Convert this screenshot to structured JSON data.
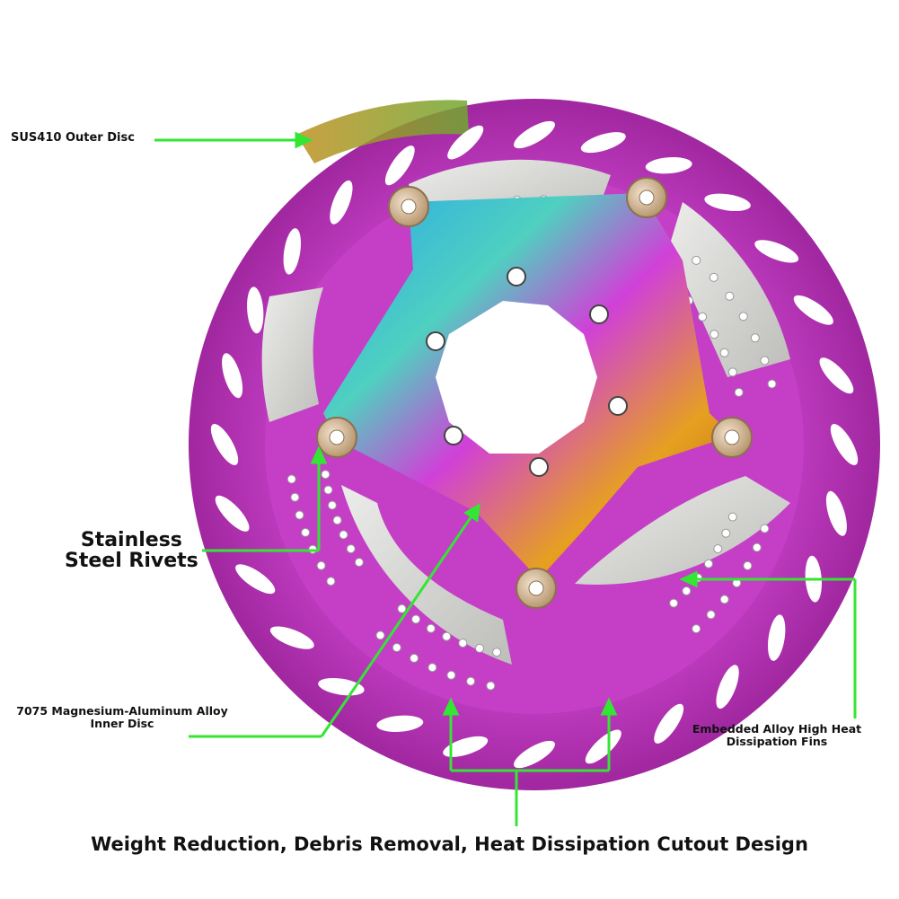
{
  "labels": {
    "outer_disc": "SUS410 Outer Disc",
    "rivets_line1": "Stainless",
    "rivets_line2": "Steel Rivets",
    "inner_disc_line1": "7075 Magnesium-Aluminum Alloy",
    "inner_disc_line2": "Inner Disc",
    "fins_line1": "Embedded Alloy High Heat",
    "fins_line2": "Dissipation Fins",
    "bottom_caption": "Weight Reduction, Debris Removal, Heat Dissipation Cutout Design"
  },
  "colors": {
    "pointer": "#33e633",
    "outer_disc": "#c43fc6",
    "fin_silver": "#d4d4d2",
    "rivet": "#d8bfa0"
  }
}
